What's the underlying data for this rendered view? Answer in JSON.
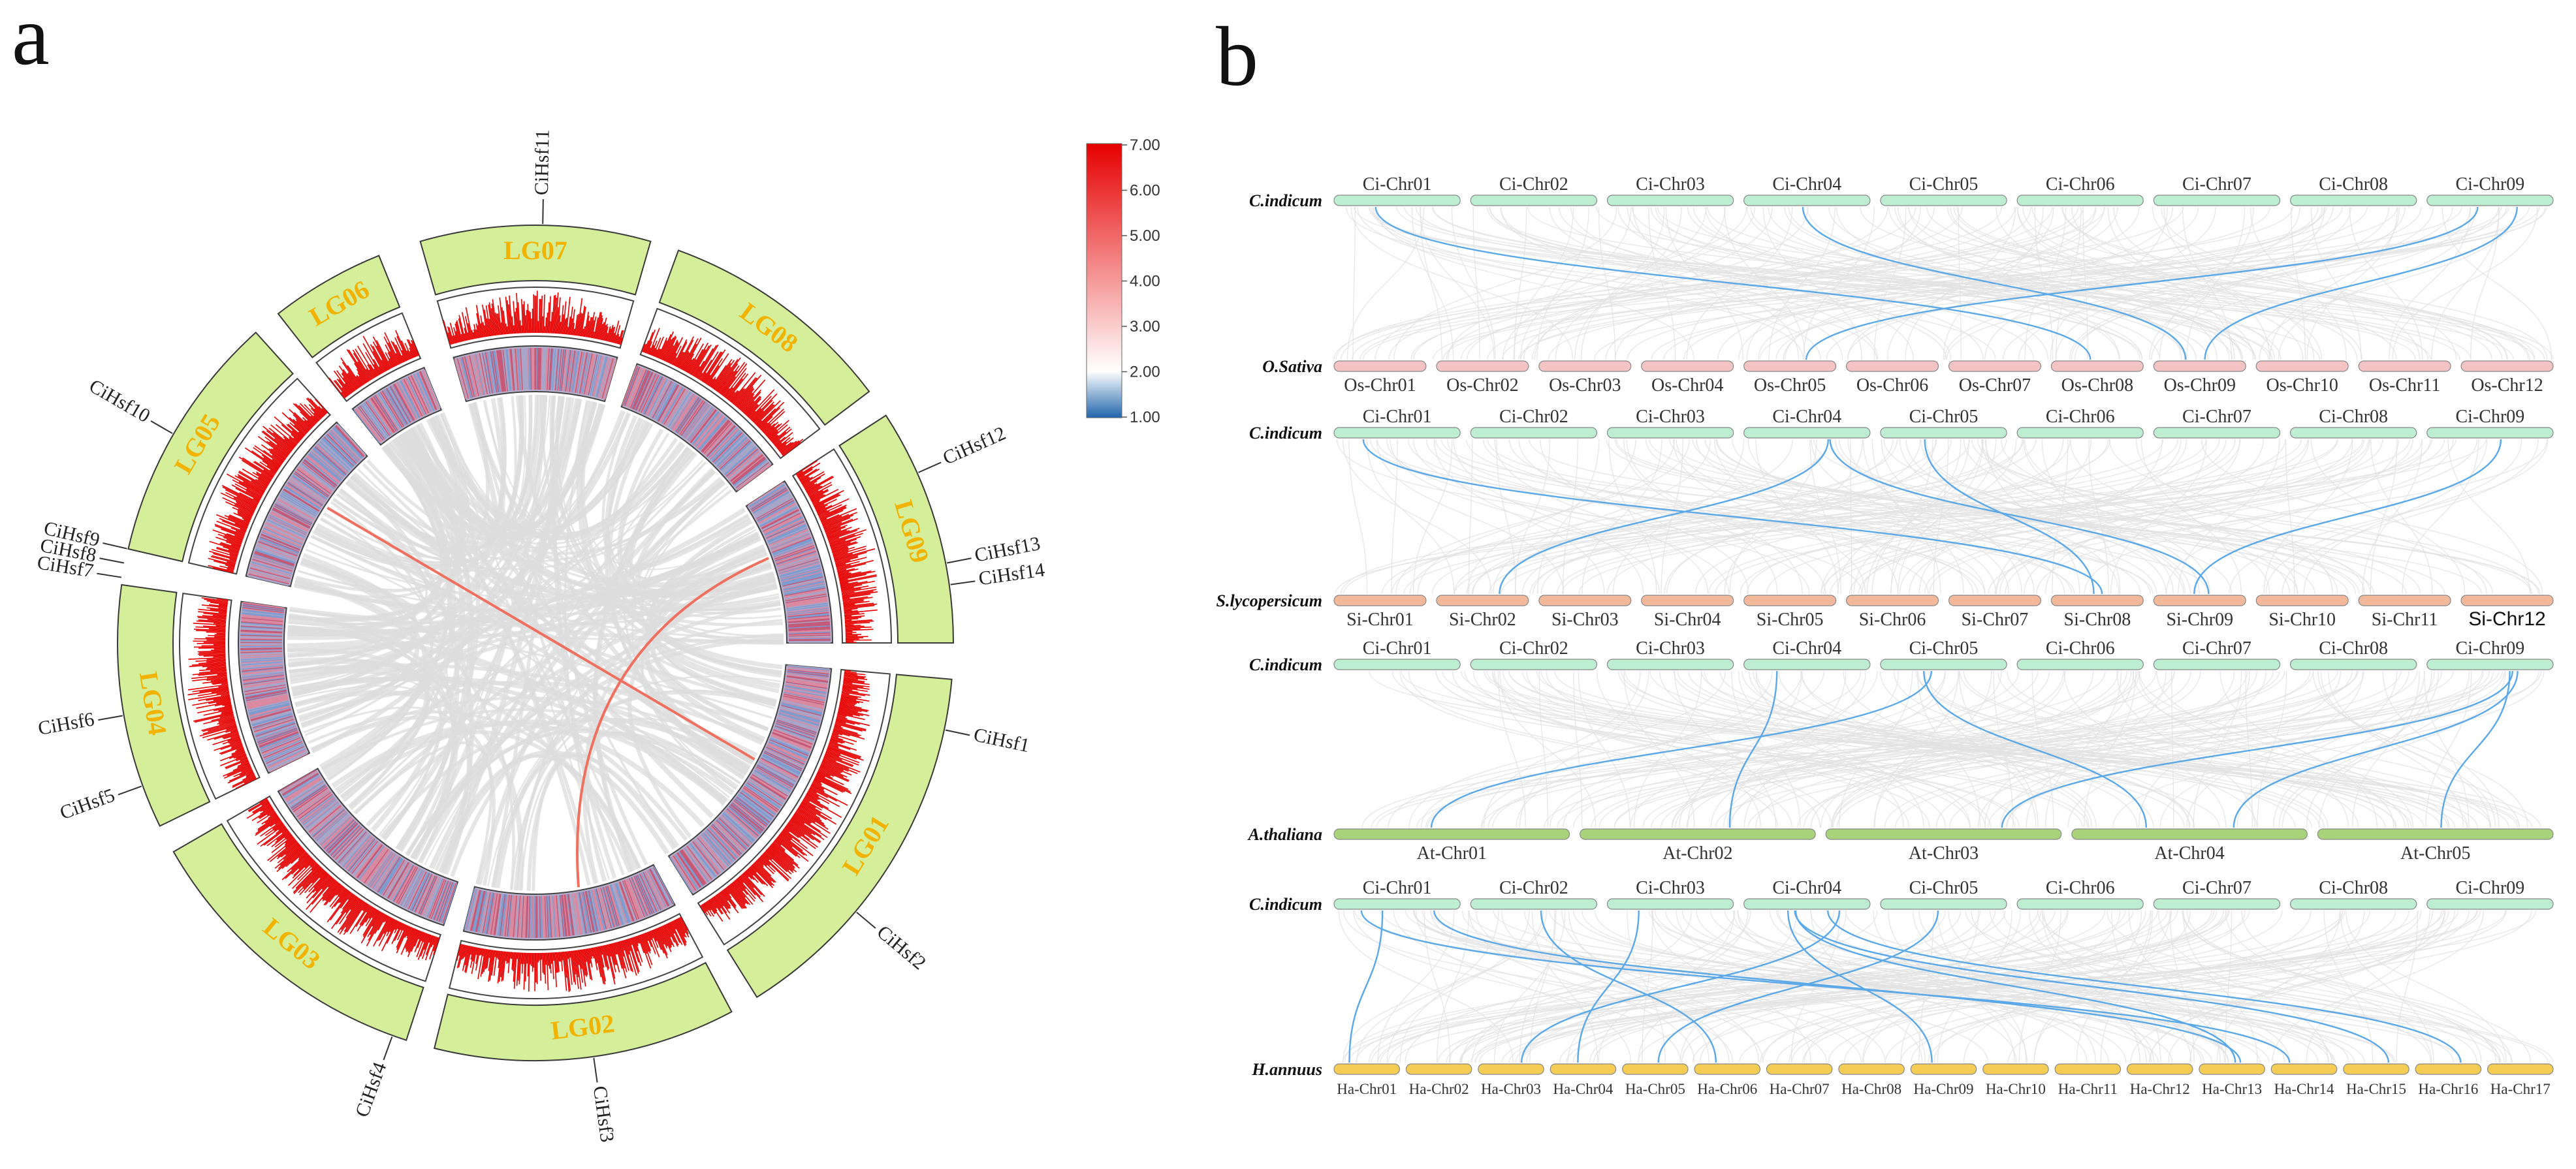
{
  "panels": {
    "a": "a",
    "b": "b"
  },
  "circos": {
    "groups": [
      "LG01",
      "LG02",
      "LG03",
      "LG04",
      "LG05",
      "LG06",
      "LG07",
      "LG08",
      "LG09"
    ],
    "genes": [
      "CiHsf1",
      "CiHsf2",
      "CiHsf3",
      "CiHsf4",
      "CiHsf5",
      "CiHsf6",
      "CiHsf7",
      "CiHsf8",
      "CiHsf9",
      "CiHsf10",
      "CiHsf11",
      "CiHsf12",
      "CiHsf13",
      "CiHsf14"
    ],
    "scale_ticks": [
      "7.00",
      "6.00",
      "5.00",
      "4.00",
      "3.00",
      "2.00",
      "1.00"
    ],
    "colors": {
      "group_fill": "#d4ee9a",
      "group_text": "#f2b200",
      "density": "#e60000",
      "link_grey": "#dcdcdc",
      "link_red": "#f07060",
      "scale_high": "#e60000",
      "scale_mid": "#ffffff",
      "scale_low": "#2166ac"
    }
  },
  "synteny": {
    "rows": [
      {
        "species": "C.indicum",
        "color": "#bdeed2",
        "chromosomes": [
          "Ci-Chr01",
          "Ci-Chr02",
          "Ci-Chr03",
          "Ci-Chr04",
          "Ci-Chr05",
          "Ci-Chr06",
          "Ci-Chr07",
          "Ci-Chr08",
          "Ci-Chr09"
        ]
      },
      {
        "species": "O.Sativa",
        "color": "#f4c4c4",
        "chromosomes": [
          "Os-Chr01",
          "Os-Chr02",
          "Os-Chr03",
          "Os-Chr04",
          "Os-Chr05",
          "Os-Chr06",
          "Os-Chr07",
          "Os-Chr08",
          "Os-Chr09",
          "Os-Chr10",
          "Os-Chr11",
          "Os-Chr12"
        ]
      },
      {
        "species": "C.indicum",
        "color": "#bdeed2",
        "chromosomes": [
          "Ci-Chr01",
          "Ci-Chr02",
          "Ci-Chr03",
          "Ci-Chr04",
          "Ci-Chr05",
          "Ci-Chr06",
          "Ci-Chr07",
          "Ci-Chr08",
          "Ci-Chr09"
        ]
      },
      {
        "species": "S.lycopersicum",
        "color": "#f2b89a",
        "chromosomes": [
          "Si-Chr01",
          "Si-Chr02",
          "Si-Chr03",
          "Si-Chr04",
          "Si-Chr05",
          "Si-Chr06",
          "Si-Chr07",
          "Si-Chr08",
          "Si-Chr09",
          "Si-Chr10",
          "Si-Chr11",
          "Si-Chr12"
        ]
      },
      {
        "species": "C.indicum",
        "color": "#bdeed2",
        "chromosomes": [
          "Ci-Chr01",
          "Ci-Chr02",
          "Ci-Chr03",
          "Ci-Chr04",
          "Ci-Chr05",
          "Ci-Chr06",
          "Ci-Chr07",
          "Ci-Chr08",
          "Ci-Chr09"
        ]
      },
      {
        "species": "A.thaliana",
        "color": "#a9d37a",
        "chromosomes": [
          "At-Chr01",
          "At-Chr02",
          "At-Chr03",
          "At-Chr04",
          "At-Chr05"
        ]
      },
      {
        "species": "C.indicum",
        "color": "#bdeed2",
        "chromosomes": [
          "Ci-Chr01",
          "Ci-Chr02",
          "Ci-Chr03",
          "Ci-Chr04",
          "Ci-Chr05",
          "Ci-Chr06",
          "Ci-Chr07",
          "Ci-Chr08",
          "Ci-Chr09"
        ]
      },
      {
        "species": "H.annuus",
        "color": "#f5cd55",
        "chromosomes": [
          "Ha-Chr01",
          "Ha-Chr02",
          "Ha-Chr03",
          "Ha-Chr04",
          "Ha-Chr05",
          "Ha-Chr06",
          "Ha-Chr07",
          "Ha-Chr08",
          "Ha-Chr09",
          "Ha-Chr10",
          "Ha-Chr11",
          "Ha-Chr12",
          "Ha-Chr13",
          "Ha-Chr14",
          "Ha-Chr15",
          "Ha-Chr16",
          "Ha-Chr17"
        ]
      }
    ],
    "colors": {
      "background_link": "#e2e2e2",
      "highlight_link": "#5aa8e8"
    }
  }
}
